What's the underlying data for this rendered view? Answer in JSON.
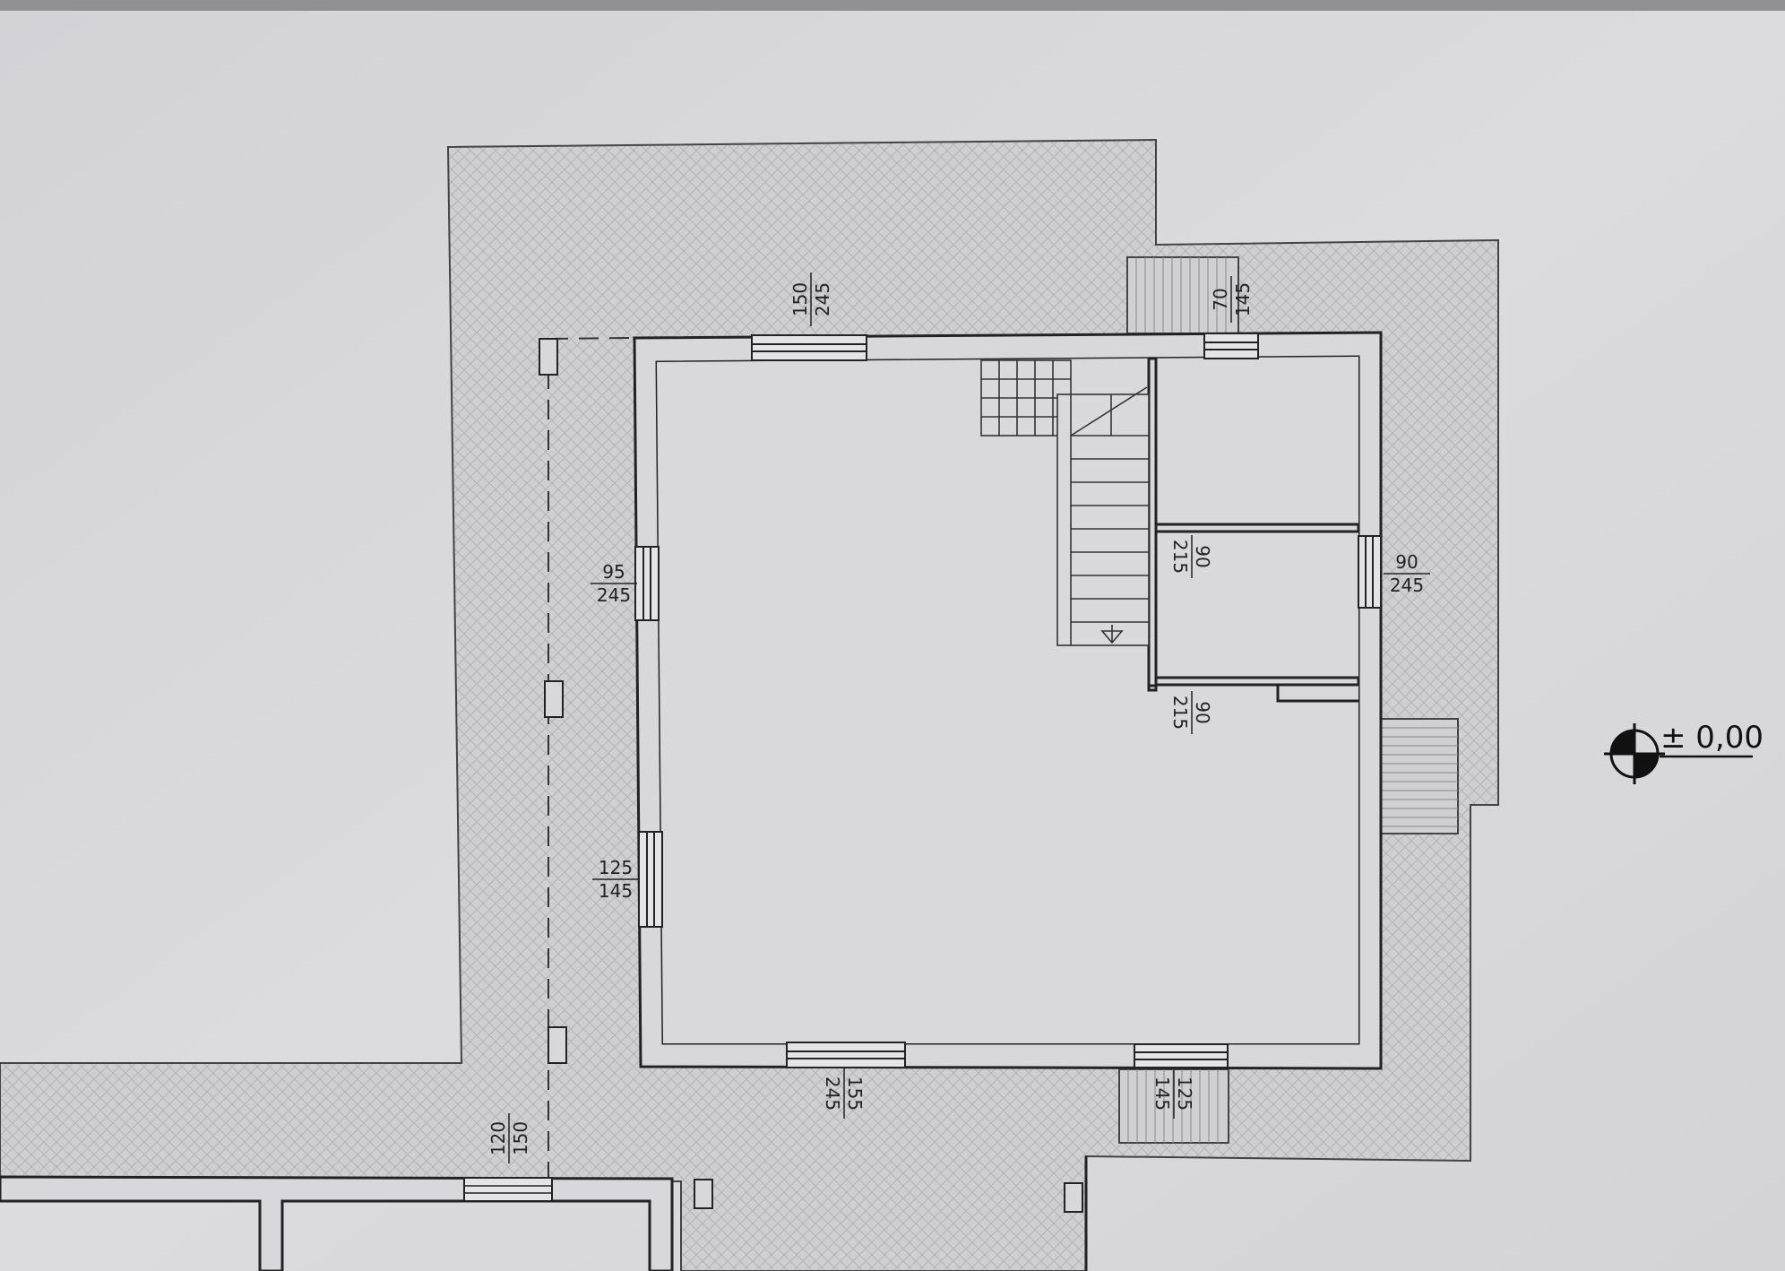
{
  "level_marker": {
    "label": "± 0,00"
  },
  "openings": [
    {
      "id": "north-window-1",
      "top": "150",
      "bottom": "245"
    },
    {
      "id": "north-window-2",
      "top": "70",
      "bottom": "145"
    },
    {
      "id": "west-window-1",
      "top": "95",
      "bottom": "245"
    },
    {
      "id": "west-window-2",
      "top": "125",
      "bottom": "145"
    },
    {
      "id": "east-window",
      "top": "90",
      "bottom": "245"
    },
    {
      "id": "inner-door-1",
      "top": "90",
      "bottom": "215"
    },
    {
      "id": "inner-door-2",
      "top": "90",
      "bottom": "215"
    },
    {
      "id": "south-window",
      "top": "155",
      "bottom": "245"
    },
    {
      "id": "south-door",
      "top": "125",
      "bottom": "145"
    },
    {
      "id": "lower-window",
      "top": "120",
      "bottom": "150"
    }
  ]
}
